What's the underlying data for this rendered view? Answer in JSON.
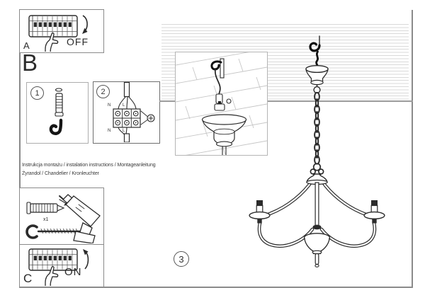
{
  "panel_a": {
    "letter": "A",
    "state": "OFF"
  },
  "section_b": {
    "letter": "B"
  },
  "step1": {
    "number": "1"
  },
  "step2": {
    "number": "2",
    "n_top": "N",
    "l_top": "L",
    "n_bottom": "N",
    "l_bottom": "L"
  },
  "instructions": {
    "line1": "Instrukcja montażu / instalation instructions / Montageanleitung",
    "line2": "Żyrandol / Chandelier / Kronleuchter"
  },
  "tools": {
    "quantity": "x1"
  },
  "panel_c": {
    "letter": "C",
    "state": "ON"
  },
  "step3": {
    "number": "3"
  },
  "colors": {
    "ink": "#2b2b2b",
    "border": "#8a8a8a",
    "hatch": "#d9d9d9"
  }
}
